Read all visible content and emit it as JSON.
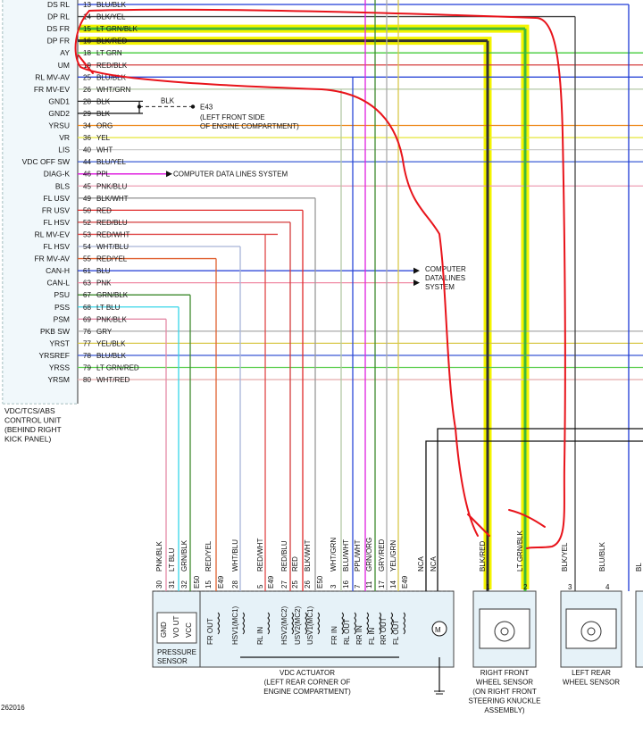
{
  "ecu": {
    "pins": [
      "DS RL",
      "DP RL",
      "DS FR",
      "DP FR",
      "AY",
      "UM",
      "RL MV-AV",
      "FR MV-EV",
      "GND1",
      "GND2",
      "YRSU",
      "VR",
      "LIS",
      "VDC OFF SW",
      "DIAG-K",
      "BLS",
      "FL USV",
      "FR USV",
      "FL HSV",
      "RL MV-EV",
      "FL HSV",
      "FR MV-AV",
      "CAN-H",
      "CAN-L",
      "PSU",
      "PSS",
      "PSM",
      "PKB SW",
      "YRST",
      "YRSREF",
      "YRSS",
      "YRSM"
    ],
    "caption": [
      "VDC/TCS/ABS",
      "CONTROL UNIT",
      "(BEHIND RIGHT",
      "KICK PANEL)"
    ]
  },
  "wires": [
    {
      "num": "13",
      "color": "BLU/BLK",
      "hex": "#1e3ad6",
      "row": 0
    },
    {
      "num": "14",
      "color": "BLK/YEL",
      "hex": "#444444",
      "row": 1
    },
    {
      "num": "15",
      "color": "LT GRN/BLK",
      "hex": "#41b83a",
      "row": 2
    },
    {
      "num": "16",
      "color": "BLK/RED",
      "hex": "#333333",
      "row": 3
    },
    {
      "num": "18",
      "color": "LT GRN",
      "hex": "#43cc3a",
      "row": 4
    },
    {
      "num": "19",
      "color": "RED/BLK",
      "hex": "#d43b3b",
      "row": 5
    },
    {
      "num": "25",
      "color": "BLU/BLK",
      "hex": "#2b48d8",
      "row": 6
    },
    {
      "num": "26",
      "color": "WHT/GRN",
      "hex": "#b3c8a6",
      "row": 7
    },
    {
      "num": "28",
      "color": "BLK",
      "hex": "#222222",
      "row": 8
    },
    {
      "num": "29",
      "color": "BLK",
      "hex": "#222222",
      "row": 9
    },
    {
      "num": "34",
      "color": "ORG",
      "hex": "#ee8a1d",
      "row": 10
    },
    {
      "num": "36",
      "color": "YEL",
      "hex": "#e8e84a",
      "row": 11
    },
    {
      "num": "40",
      "color": "WHT",
      "hex": "#cccccc",
      "row": 12
    },
    {
      "num": "44",
      "color": "BLU/YEL",
      "hex": "#3c5ed6",
      "row": 13
    },
    {
      "num": "46",
      "color": "PPL",
      "hex": "#e020e0",
      "row": 14
    },
    {
      "num": "45",
      "color": "PNK/BLU",
      "hex": "#ee9fb4",
      "row": 15
    },
    {
      "num": "49",
      "color": "BLK/WHT",
      "hex": "#999999",
      "row": 16
    },
    {
      "num": "50",
      "color": "RED",
      "hex": "#e02a2a",
      "row": 17
    },
    {
      "num": "52",
      "color": "RED/BLU",
      "hex": "#d43b3b",
      "row": 18
    },
    {
      "num": "53",
      "color": "RED/WHT",
      "hex": "#e04848",
      "row": 19
    },
    {
      "num": "54",
      "color": "WHT/BLU",
      "hex": "#a7b4d8",
      "row": 20
    },
    {
      "num": "55",
      "color": "RED/YEL",
      "hex": "#e06030",
      "row": 21
    },
    {
      "num": "61",
      "color": "BLU",
      "hex": "#1e3ad6",
      "row": 22
    },
    {
      "num": "63",
      "color": "PNK",
      "hex": "#f08aa4",
      "row": 23
    },
    {
      "num": "67",
      "color": "GRN/BLK",
      "hex": "#3e8a2e",
      "row": 24
    },
    {
      "num": "68",
      "color": "LT BLU",
      "hex": "#36d5e8",
      "row": 25
    },
    {
      "num": "69",
      "color": "PNK/BLK",
      "hex": "#e48aa6",
      "row": 26
    },
    {
      "num": "76",
      "color": "GRY",
      "hex": "#aaaaaa",
      "row": 27
    },
    {
      "num": "77",
      "color": "YEL/BLK",
      "hex": "#d8c84a",
      "row": 28
    },
    {
      "num": "78",
      "color": "BLU/BLK",
      "hex": "#4a64d8",
      "row": 29
    },
    {
      "num": "79",
      "color": "LT GRN/RED",
      "hex": "#5fcf52",
      "row": 30
    },
    {
      "num": "80",
      "color": "WHT/RED",
      "hex": "#e8b4b4",
      "row": 31
    }
  ],
  "annotations": {
    "blk": "BLK",
    "e43": "E43",
    "e43_note": [
      "(LEFT FRONT SIDE",
      "OF ENGINE COMPARTMENT)"
    ],
    "diag": "COMPUTER DATA LINES SYSTEM",
    "can": [
      "COMPUTER",
      "DATA LINES",
      "SYSTEM"
    ]
  },
  "connector_labels": [
    {
      "wire": "PNK/BLK",
      "pin": "30",
      "hex": "#e48aa6"
    },
    {
      "wire": "LT BLU",
      "pin": "31",
      "hex": "#36d5e8"
    },
    {
      "wire": "GRN/BLK",
      "pin": "32",
      "hex": "#3e8a2e"
    },
    {
      "wire": "",
      "pin": "E50",
      "hex": ""
    },
    {
      "wire": "RED/YEL",
      "pin": "15",
      "hex": "#e06030"
    },
    {
      "wire": "",
      "pin": "E49",
      "hex": ""
    },
    {
      "wire": "WHT/BLU",
      "pin": "28",
      "hex": "#a7b4d8"
    },
    {
      "wire": "RED/WHT",
      "pin": "5",
      "hex": "#e04848"
    },
    {
      "wire": "",
      "pin": "E49",
      "hex": ""
    },
    {
      "wire": "RED/BLU",
      "pin": "27",
      "hex": "#d43b3b"
    },
    {
      "wire": "RED",
      "pin": "25",
      "hex": "#e02a2a"
    },
    {
      "wire": "BLK/WHT",
      "pin": "26",
      "hex": "#999999"
    },
    {
      "wire": "",
      "pin": "E50",
      "hex": ""
    },
    {
      "wire": "WHT/GRN",
      "pin": "3",
      "hex": "#b3c8a6"
    },
    {
      "wire": "BLU/WHT",
      "pin": "16",
      "hex": "#2b48d8"
    },
    {
      "wire": "PPL/WHT",
      "pin": "7",
      "hex": "#e020e0"
    },
    {
      "wire": "GRN/ORG",
      "pin": "11",
      "hex": "#3e8a2e"
    },
    {
      "wire": "GRY/RED",
      "pin": "17",
      "hex": "#aaaaaa"
    },
    {
      "wire": "YEL/GRN",
      "pin": "14",
      "hex": "#d8c84a"
    },
    {
      "wire": "",
      "pin": "E49",
      "hex": ""
    },
    {
      "wire": "NCA",
      "pin": "",
      "hex": "#222222"
    },
    {
      "wire": "NCA",
      "pin": "",
      "hex": "#222222"
    }
  ],
  "pressure_sensor": {
    "pins": [
      "GND",
      "VO UT",
      "VCC"
    ],
    "title": [
      "PRESSURE",
      "SENSOR"
    ]
  },
  "actuator": {
    "pins": [
      "FR OUT",
      "HSV1(MC1)",
      "RL IN",
      "HSV2(MC2)",
      "USV2(MC2)",
      "USV1(MC1)",
      "FR IN",
      "RL OUT",
      "RR IN",
      "FL IN",
      "RR OUT",
      "FL OUT"
    ],
    "title": [
      "VDC ACTUATOR",
      "(LEFT REAR CORNER OF",
      "ENGINE COMPARTMENT)"
    ]
  },
  "wheel_sensors": [
    {
      "wires": [
        "BLK/RED",
        "LT GRN/BLK"
      ],
      "pins": [
        "1",
        "2"
      ],
      "title": [
        "RIGHT FRONT",
        "WHEEL SENSOR",
        "(ON RIGHT FRONT",
        "STEERING KNUCKLE",
        "ASSEMBLY)"
      ]
    },
    {
      "wires": [
        "BLK/YEL",
        "BLU/BLK"
      ],
      "pins": [
        "3",
        "4"
      ],
      "title": [
        "LEFT REAR",
        "WHEEL SENSOR"
      ]
    }
  ],
  "partial_label": "BL",
  "diagram_id": "262016",
  "colors": {
    "highlight_yellow": "#f4f400",
    "marker_red": "#e8141b",
    "box_fill": "#e6f2f8"
  }
}
